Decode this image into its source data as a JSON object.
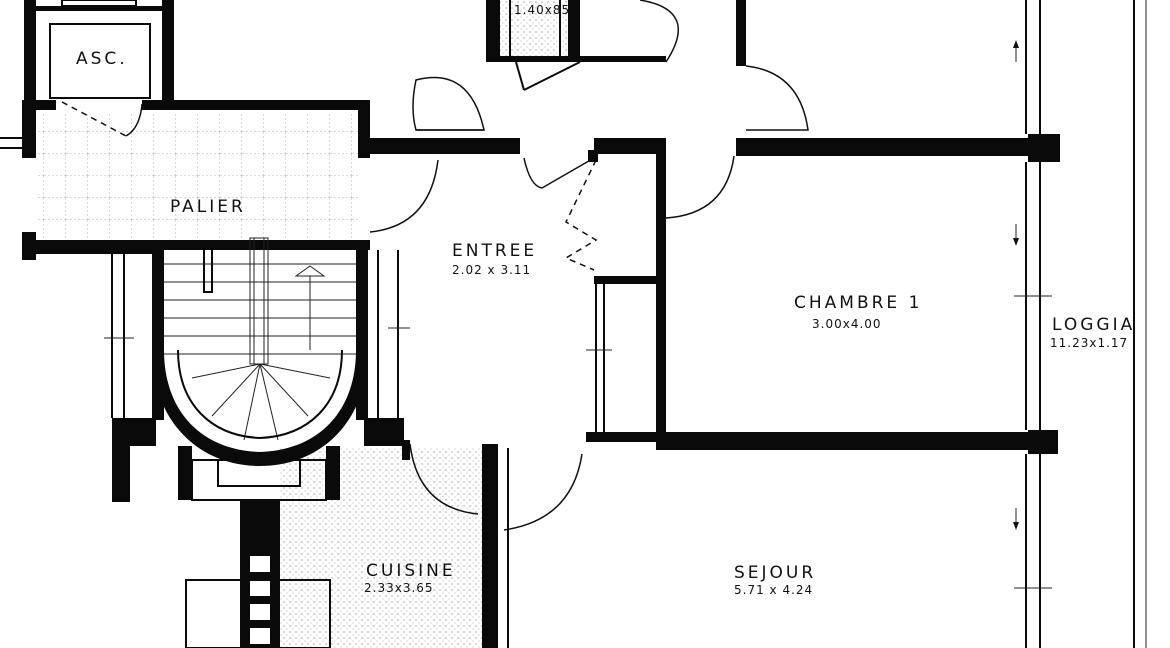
{
  "rooms": {
    "asc": {
      "name": "ASC."
    },
    "wc": {
      "dims": "1.40x85"
    },
    "palier": {
      "name": "PALIER"
    },
    "entree": {
      "name": "ENTREE",
      "dims": "2.02 x 3.11"
    },
    "chambre1": {
      "name": "CHAMBRE 1",
      "dims": "3.00x4.00"
    },
    "loggia": {
      "name": "LOGGIA",
      "dims": "11.23x1.17"
    },
    "cuisine": {
      "name": "CUISINE",
      "dims": "2.33x3.65"
    },
    "sejour": {
      "name": "SEJOUR",
      "dims": "5.71 x 4.24"
    }
  }
}
